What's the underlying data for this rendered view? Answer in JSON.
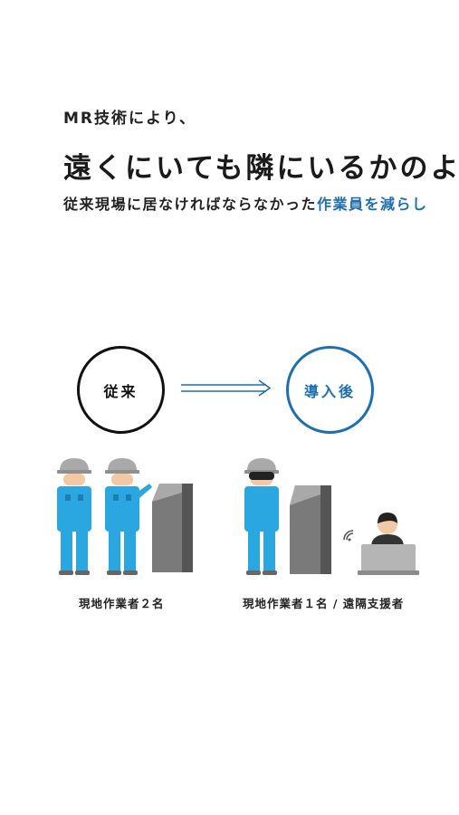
{
  "header": {
    "eyebrow": "MR技術により、",
    "headline": "遠くにいても隣にいるかのよ",
    "subline_plain": "従来現場に居なければならなかった",
    "subline_accent": "作業員を減らし"
  },
  "comparison": {
    "before_label": "従来",
    "after_label": "導入後",
    "before_caption": "現地作業者２名",
    "after_caption": "現地作業者１名 / 遠隔支援者"
  },
  "colors": {
    "accent_blue": "#1f6fb0",
    "worker_blue": "#2aa7e0",
    "helmet_gray": "#a9a9a9",
    "machine_gray": "#7a7a7a",
    "text_dark": "#1a1a1a"
  },
  "icons": {
    "arrow": "double-right-arrow-icon",
    "worker": "worker-icon",
    "machine": "machine-icon",
    "remote": "remote-supporter-icon",
    "signal": "wifi-signal-icon"
  }
}
